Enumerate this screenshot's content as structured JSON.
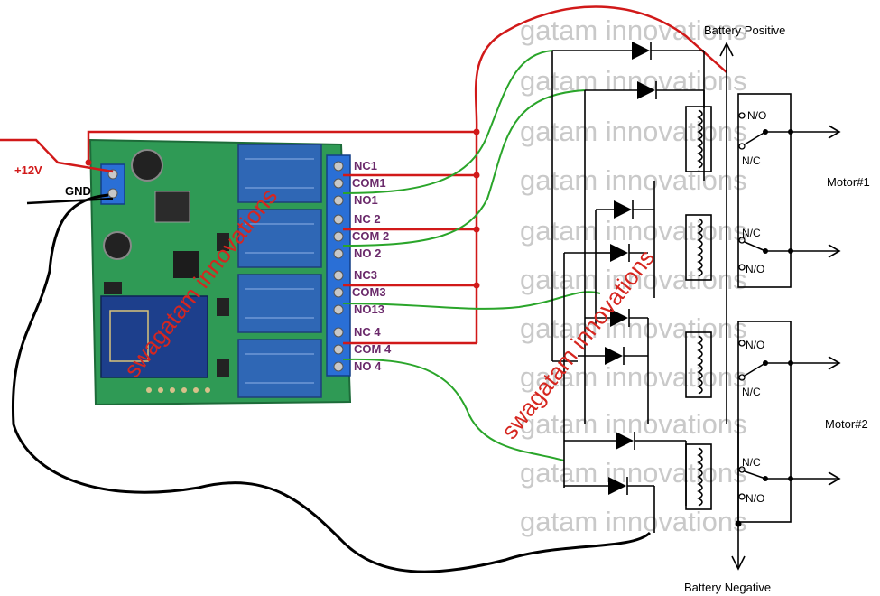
{
  "power": {
    "plus12v": "+12V",
    "gnd": "GND"
  },
  "terminals": [
    "NC1",
    "COM1",
    "NO1",
    "NC 2",
    "COM 2",
    "NO 2",
    "NC3",
    "COM3",
    "NO13",
    "NC 4",
    "COM 4",
    "NO 4"
  ],
  "labels": {
    "battery_positive": "Battery Positive",
    "battery_negative": "Battery Negative",
    "motor1": "Motor#1",
    "motor2": "Motor#2"
  },
  "switch_labels": {
    "no": "N/O",
    "nc": "N/C"
  },
  "watermarks": {
    "gray": "gatam innovations",
    "red": "swagatam innovations"
  },
  "colors": {
    "red_wire": "#d11919",
    "green_wire": "#2aa52a",
    "black_wire": "#000000",
    "pcb": "#2f9a55",
    "relay": "#2f67b5",
    "terminal": "#2a6fd6"
  }
}
